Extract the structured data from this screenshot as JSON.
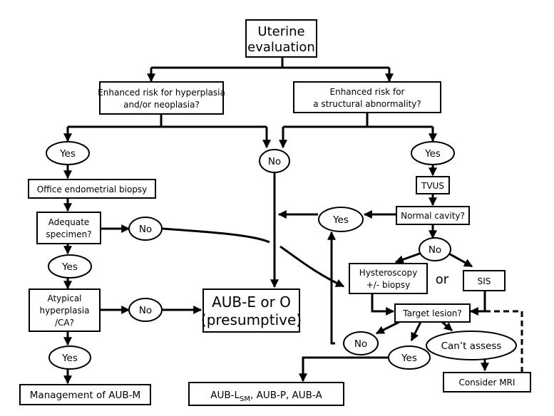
{
  "nodes": {
    "uterine_eval": [
      "Uterine",
      "evaluation"
    ],
    "hyperplasia_q": [
      "Enhanced risk for hyperplasia",
      "and/or neoplasia?"
    ],
    "structural_q": [
      "Enhanced risk for",
      "a structural abnormality?"
    ],
    "yes_left": "Yes",
    "no_center": "No",
    "yes_right": "Yes",
    "office_biopsy": "Office endometrial biopsy",
    "adequate_specimen": [
      "Adequate",
      "specimen?"
    ],
    "no_specimen": "No",
    "tvus": "TVUS",
    "yes_normal": "Yes",
    "normal_cavity": "Normal cavity?",
    "no_normal": "No",
    "yes_adequate": "Yes",
    "hysteroscopy": [
      "Hysteroscopy",
      "+/- biopsy"
    ],
    "or_label": "or",
    "sis": "SIS",
    "atypical": [
      "Atypical",
      "hyperplasia",
      "/CA?"
    ],
    "no_atypical": "No",
    "aub_eo": [
      "AUB-E or O",
      "(presumptive)"
    ],
    "target_lesion": "Target lesion?",
    "no_target": "No",
    "cant_assess": "Can’t assess",
    "yes_atypical": "Yes",
    "yes_target": "Yes",
    "consider_mri": "Consider MRI",
    "management": "Management of AUB-M",
    "aub_l": {
      "prefix": "AUB-L",
      "sub": "SM",
      "suffix": ", AUB-P, AUB-A"
    }
  }
}
